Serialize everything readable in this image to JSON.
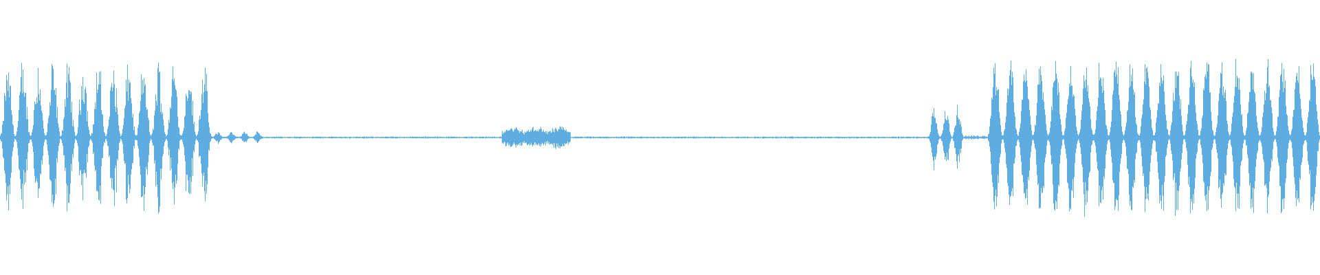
{
  "waveform": {
    "color": "#5dade2",
    "background": "#ffffff",
    "duration_fraction_visible": 1.0,
    "segments": [
      {
        "kind": "burst_train",
        "start": 0.0,
        "end": 0.16,
        "level": 0.85,
        "pulses": 14,
        "jitter": 0.35
      },
      {
        "kind": "tail",
        "start": 0.16,
        "end": 0.2,
        "level": 0.08,
        "pulses": 4
      },
      {
        "kind": "silence",
        "start": 0.2,
        "end": 0.38,
        "level": 0.01
      },
      {
        "kind": "blob",
        "start": 0.38,
        "end": 0.432,
        "level": 0.12,
        "pulses": 3
      },
      {
        "kind": "silence",
        "start": 0.432,
        "end": 0.703,
        "level": 0.01
      },
      {
        "kind": "burst_train",
        "start": 0.703,
        "end": 0.73,
        "level": 0.35,
        "pulses": 3,
        "jitter": 0.25
      },
      {
        "kind": "silence",
        "start": 0.73,
        "end": 0.748,
        "level": 0.02
      },
      {
        "kind": "burst_train",
        "start": 0.748,
        "end": 1.0,
        "level": 1.0,
        "pulses": 22,
        "jitter": 0.2
      }
    ]
  }
}
